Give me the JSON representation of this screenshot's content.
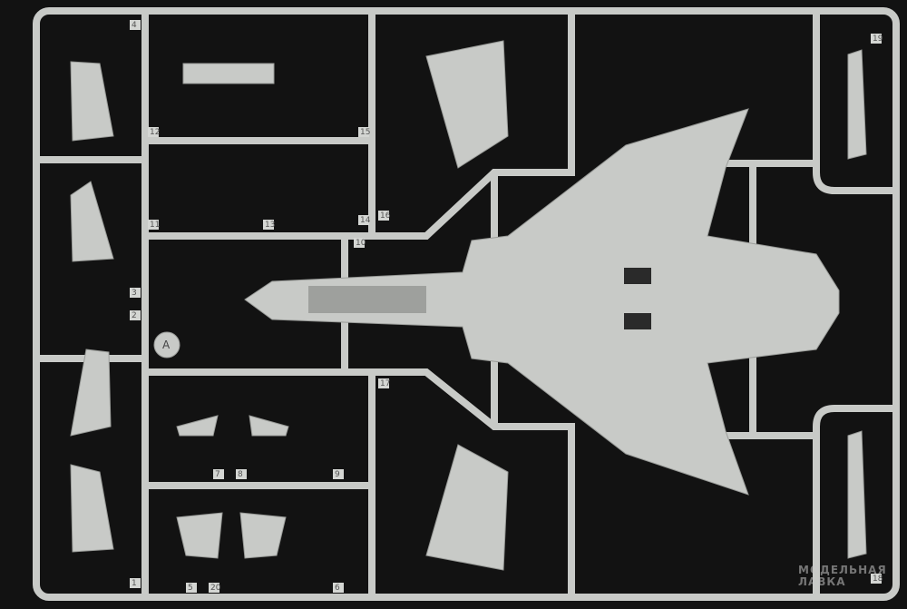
{
  "sprue_letter": "A",
  "part_numbers": [
    "4",
    "12",
    "11",
    "3",
    "2",
    "1",
    "13",
    "14",
    "15",
    "16",
    "10",
    "7",
    "8",
    "9",
    "17",
    "5",
    "20",
    "6",
    "19",
    "18"
  ],
  "watermark": {
    "line1": "МОДЕЛЬНАЯ",
    "line2": "ЛАВКА"
  },
  "colors": {
    "background": "#121212",
    "plastic": "#c8cac7",
    "plastic_shade": "#aeb0ad"
  }
}
